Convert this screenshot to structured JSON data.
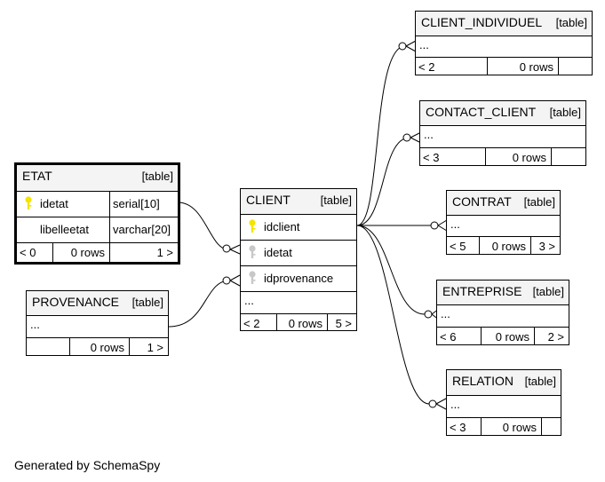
{
  "tables": {
    "client_individuel": {
      "name": "CLIENT_INDIVIDUEL",
      "tag": "[table]",
      "rows": [
        "..."
      ],
      "parents": "< 2",
      "row_count": "0 rows"
    },
    "contact_client": {
      "name": "CONTACT_CLIENT",
      "tag": "[table]",
      "rows": [
        "..."
      ],
      "parents": "< 3",
      "row_count": "0 rows"
    },
    "etat": {
      "name": "ETAT",
      "tag": "[table]",
      "columns": [
        {
          "name": "idetat",
          "type": "serial[10]",
          "icon": "primary-key-icon"
        },
        {
          "name": "libelleetat",
          "type": "varchar[20]"
        }
      ],
      "parents": "< 0",
      "row_count": "0 rows",
      "children": "1 >"
    },
    "client": {
      "name": "CLIENT",
      "tag": "[table]",
      "columns": [
        {
          "name": "idclient",
          "icon": "primary-key-icon"
        },
        {
          "name": "idetat",
          "icon": "foreign-key-icon"
        },
        {
          "name": "idprovenance",
          "icon": "foreign-key-icon"
        }
      ],
      "rows": [
        "..."
      ],
      "parents": "< 2",
      "row_count": "0 rows",
      "children": "5 >"
    },
    "contrat": {
      "name": "CONTRAT",
      "tag": "[table]",
      "rows": [
        "..."
      ],
      "parents": "< 5",
      "row_count": "0 rows",
      "children": "3 >"
    },
    "provenance": {
      "name": "PROVENANCE",
      "tag": "[table]",
      "rows": [
        "..."
      ],
      "row_count": "0 rows",
      "children": "1 >"
    },
    "entreprise": {
      "name": "ENTREPRISE",
      "tag": "[table]",
      "rows": [
        "..."
      ],
      "parents": "< 6",
      "row_count": "0 rows",
      "children": "2 >"
    },
    "relation": {
      "name": "RELATION",
      "tag": "[table]",
      "rows": [
        "..."
      ],
      "parents": "< 3",
      "row_count": "0 rows"
    }
  },
  "footer": "Generated by SchemaSpy",
  "colors": {
    "header_bg": "#f4f4f4",
    "primary_key": "#f5e400",
    "foreign_key": "#c8c8c8",
    "line": "#000000"
  }
}
